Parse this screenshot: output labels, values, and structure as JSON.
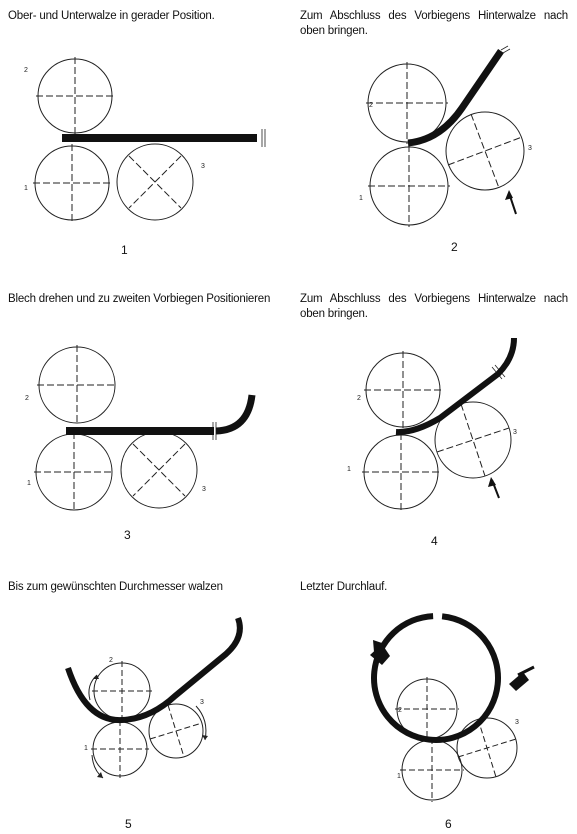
{
  "steps": [
    {
      "caption": "Ober- und Unterwalze in gerader Position.",
      "number": "1",
      "roll_labels": {
        "top": "2",
        "bottom": "1",
        "rear": "3"
      }
    },
    {
      "caption": "Zum Abschluss des Vorbiegens Hinterwalze nach oben bringen.",
      "number": "2",
      "roll_labels": {
        "top": "2",
        "bottom": "1",
        "rear": "3"
      }
    },
    {
      "caption": "Blech drehen und zu zweiten Vorbiegen Positionieren",
      "number": "3",
      "roll_labels": {
        "top": "2",
        "bottom": "1",
        "rear": "3"
      }
    },
    {
      "caption": "Zum Abschluss des Vorbiegens Hinterwalze nach oben bringen.",
      "number": "4",
      "roll_labels": {
        "top": "2",
        "bottom": "1",
        "rear": "3"
      }
    },
    {
      "caption": "Bis zum gewünschten Durchmesser walzen",
      "number": "5",
      "roll_labels": {
        "top": "2",
        "bottom": "1",
        "rear": "3"
      }
    },
    {
      "caption": "Letzter Durchlauf.",
      "number": "6",
      "roll_labels": {
        "top": "2",
        "bottom": "1",
        "rear": "3"
      }
    }
  ]
}
